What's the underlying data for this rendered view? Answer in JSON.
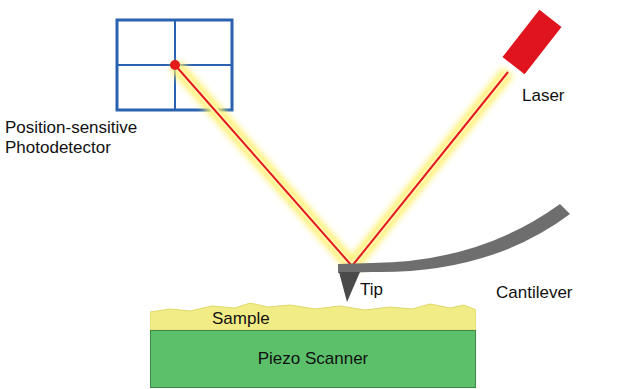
{
  "diagram": {
    "nodes": [
      {
        "text": [
          "Sample"
        ]
      },
      {
        "text": [
          "Piezo Scanner"
        ]
      }
    ],
    "labels": [
      "Position-sensitive Photodetector",
      "Laser",
      "Cantilever",
      "Tip"
    ]
  }
}
